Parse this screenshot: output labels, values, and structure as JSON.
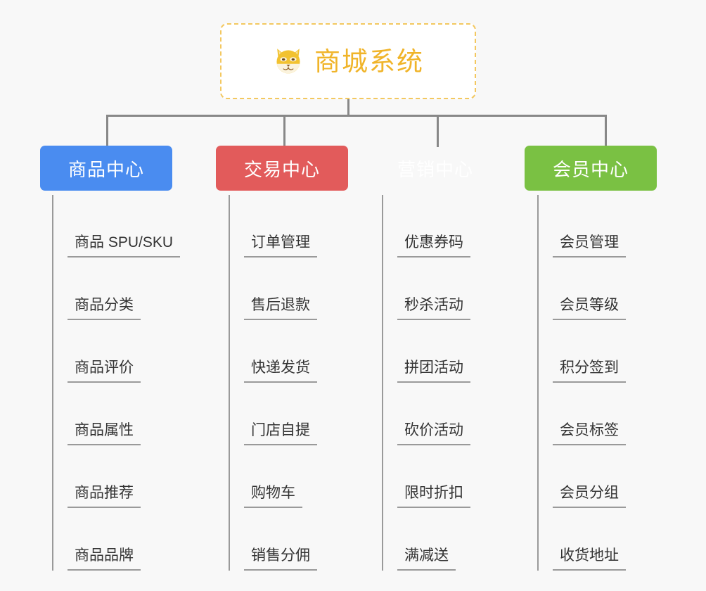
{
  "background_color": "#f8f8f8",
  "root": {
    "icon": "shiba-dog-icon",
    "title": "商城系统",
    "text_color": "#f0b429",
    "border_color": "#f3c860",
    "fill_color": "#ffffff"
  },
  "connector_color": "#888888",
  "spine_color": "#9a9a9a",
  "columns": [
    {
      "header": "商品中心",
      "color": "#4a8cf0",
      "items": [
        "商品 SPU/SKU",
        "商品分类",
        "商品评价",
        "商品属性",
        "商品推荐",
        "商品品牌"
      ]
    },
    {
      "header": "交易中心",
      "color": "#e25b5b",
      "items": [
        "订单管理",
        "售后退款",
        "快递发货",
        "门店自提",
        "购物车",
        "销售分佣"
      ]
    },
    {
      "header": "营销中心",
      "color": "#eaa githubb",
      "items": [
        "优惠券码",
        "秒杀活动",
        "拼团活动",
        "砍价活动",
        "限时折扣",
        "满减送"
      ]
    },
    {
      "header": "会员中心",
      "color": "#7ac143",
      "items": [
        "会员管理",
        "会员等级",
        "积分签到",
        "会员标签",
        "会员分组",
        "收货地址"
      ]
    }
  ]
}
